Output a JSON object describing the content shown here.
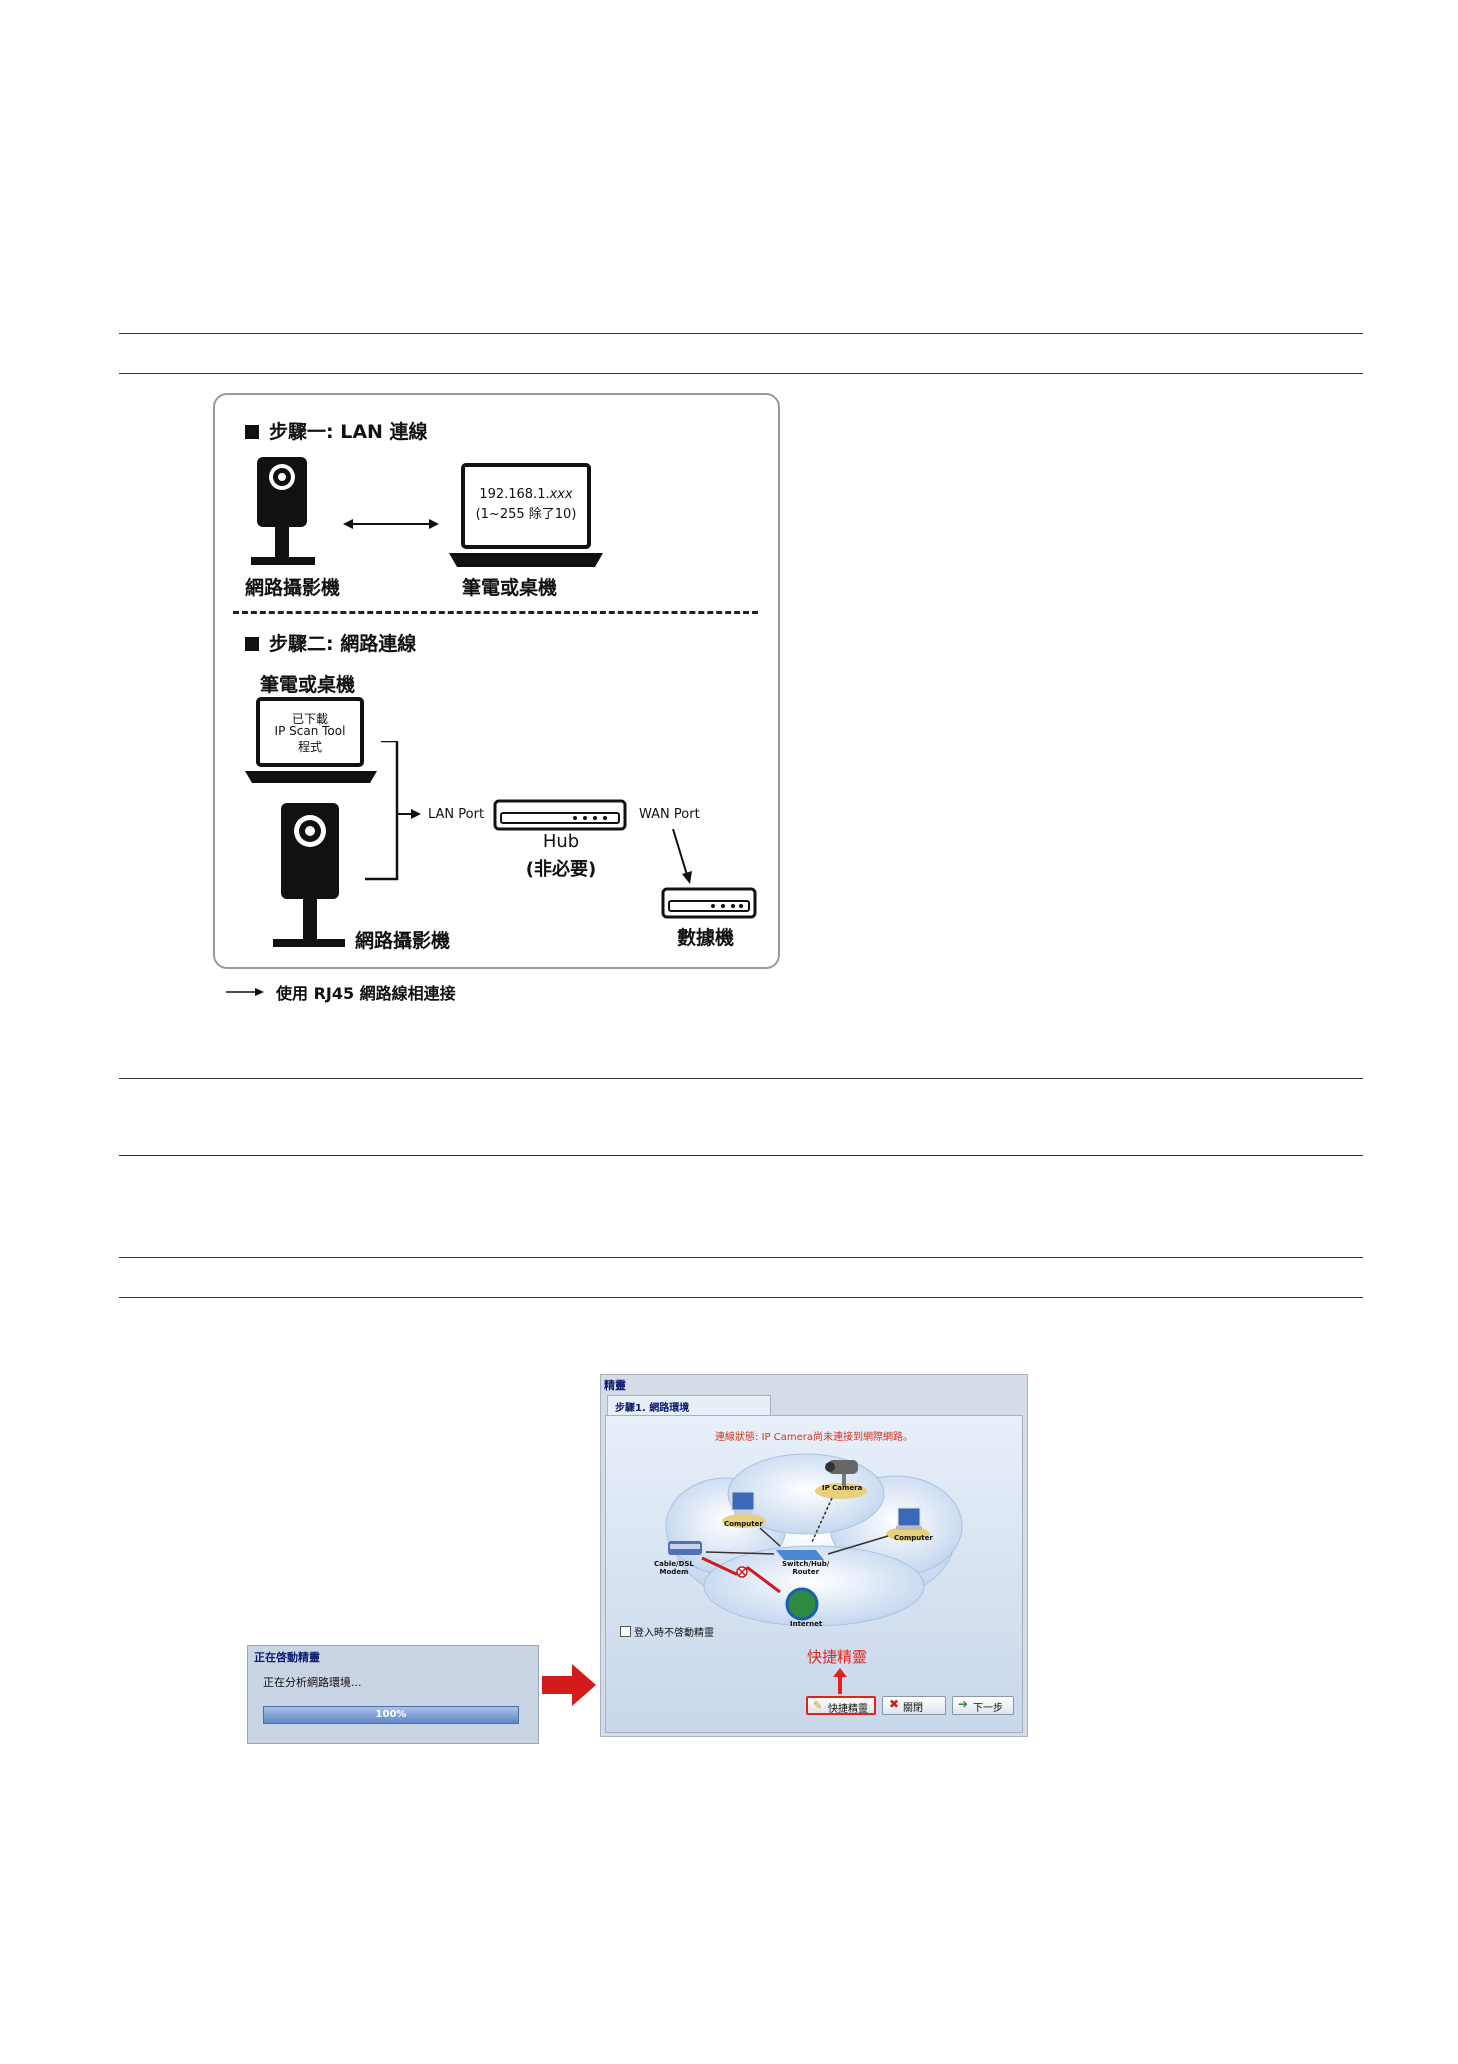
{
  "diagram": {
    "step1": {
      "title": "步驟一: LAN 連線",
      "laptop_ip": "192.168.1.",
      "laptop_ip_suffix": "xxx",
      "laptop_range": "(1~255 除了10)",
      "camera_label": "網路攝影機",
      "laptop_label": "筆電或桌機"
    },
    "step2": {
      "title": "步驟二: 網路連線",
      "laptop_label": "筆電或桌機",
      "laptop_screen": [
        "已下載",
        "IP Scan Tool",
        "程式"
      ],
      "lan_port": "LAN Port",
      "wan_port": "WAN Port",
      "hub": "Hub",
      "hub_note": "(非必要)",
      "modem_label": "數據機",
      "camera_label": "網路攝影機"
    },
    "legend": "使用 RJ45 網路線相連接"
  },
  "loading_dialog": {
    "title": "正在啓動精靈",
    "message": "正在分析網路環境...",
    "progress_text": "100%",
    "progress": 1.0
  },
  "wizard": {
    "title": "精靈",
    "tab": "步驟1. 網路環境",
    "status": "連線狀態: IP Camera尚未連接到網際網路。",
    "nodes": {
      "ip_camera": "IP Camera",
      "computer_left": "Computer",
      "computer_right": "Computer",
      "modem": [
        "Cable/DSL",
        "Modem"
      ],
      "switch": [
        "Switch/Hub/",
        "Router"
      ],
      "internet": "Internet"
    },
    "checkbox_label": "登入時不啓動精靈",
    "annotation": "快捷精靈",
    "buttons": {
      "quick": "快捷精靈",
      "close": "關閉",
      "next": "下一步"
    }
  },
  "colors": {
    "annotation_red": "#e3231b",
    "status_red": "#d8321f",
    "arrow_red": "#d21c1c"
  }
}
